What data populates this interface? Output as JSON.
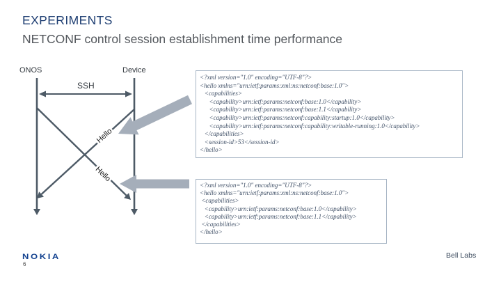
{
  "header": {
    "title": "EXPERIMENTS",
    "subtitle": "NETCONF control session establishment time performance"
  },
  "diagram": {
    "left_actor": "ONOS",
    "right_actor": "Device",
    "channel_label": "SSH",
    "message1_label": "Hello",
    "message2_label": "Hello"
  },
  "code_boxes": [
    {
      "content": "<?xml version=\"1.0\" encoding=\"UTF-8\"?>\n<hello xmlns=\"urn:ietf:params:xml:ns:netconf:base:1.0\">\n   <capabilities>\n      <capability>urn:ietf:params:netconf:base:1.0</capability>\n      <capability>urn:ietf:params:netconf:base:1.1</capability>\n      <capability>urn:ietf:params:netconf:capability:startup:1.0</capability>\n      <capability>urn:ietf:params:netconf:capability:writable-running:1.0</capability>\n   </capabilities>\n   <session-id>53</session-id>\n</hello>"
    },
    {
      "content": "<?xml version=\"1.0\" encoding=\"UTF-8\"?>\n<hello xmlns=\"urn:ietf:params:xml:ns:netconf:base:1.0\">\n <capabilities>\n   <capability>urn:ietf:params:netconf:base:1.0</capability>\n   <capability>urn:ietf:params:netconf:base:1.1</capability>\n </capabilities>\n</hello>"
    }
  ],
  "footer": {
    "logo": "NOKIA",
    "page_number": "6",
    "brand_right": "Bell Labs"
  },
  "colors": {
    "background": "#ffffff",
    "title": "#1e3e72",
    "subtitle": "#53575c",
    "diagram-text": "#33393f",
    "hello-text": "#1a1a1a",
    "line": "#4d5a66",
    "big-arrow": "#a5aeba",
    "box-border": "#a6b4c4",
    "code-text": "#3f4f66",
    "nokia-blue": "#12418f",
    "bell-labs": "#3c4b5e"
  }
}
